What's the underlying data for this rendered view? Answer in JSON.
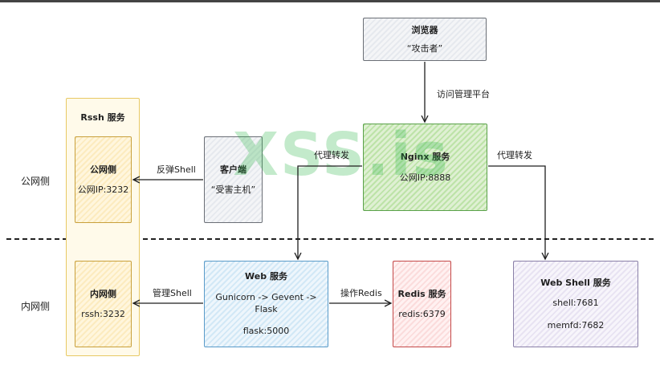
{
  "sides": {
    "public": "公网侧",
    "private": "内网侧"
  },
  "watermark": "XSS.is",
  "nodes": {
    "browser": {
      "title": "浏览器",
      "sub": "“攻击者”"
    },
    "nginx": {
      "title": "Nginx 服务",
      "sub": "公网IP:8888"
    },
    "client": {
      "title": "客户端",
      "sub": "“受害主机”"
    },
    "rssh": {
      "title": "Rssh 服务"
    },
    "rssh_public": {
      "title": "公网侧",
      "sub": "公网IP:3232"
    },
    "rssh_private": {
      "title": "内网侧",
      "sub": "rssh:3232"
    },
    "web": {
      "title": "Web 服务",
      "sub": "Gunicorn -> Gevent -> Flask",
      "sub2": "flask:5000"
    },
    "redis": {
      "title": "Redis 服务",
      "sub": "redis:6379"
    },
    "webshell": {
      "title": "Web Shell 服务",
      "sub": "shell:7681",
      "sub2": "memfd:7682"
    }
  },
  "edges": {
    "access": "访问管理平台",
    "proxy_left": "代理转发",
    "proxy_right": "代理转发",
    "reverse_shell": "反弹Shell",
    "manage_shell": "管理Shell",
    "op_redis": "操作Redis"
  }
}
